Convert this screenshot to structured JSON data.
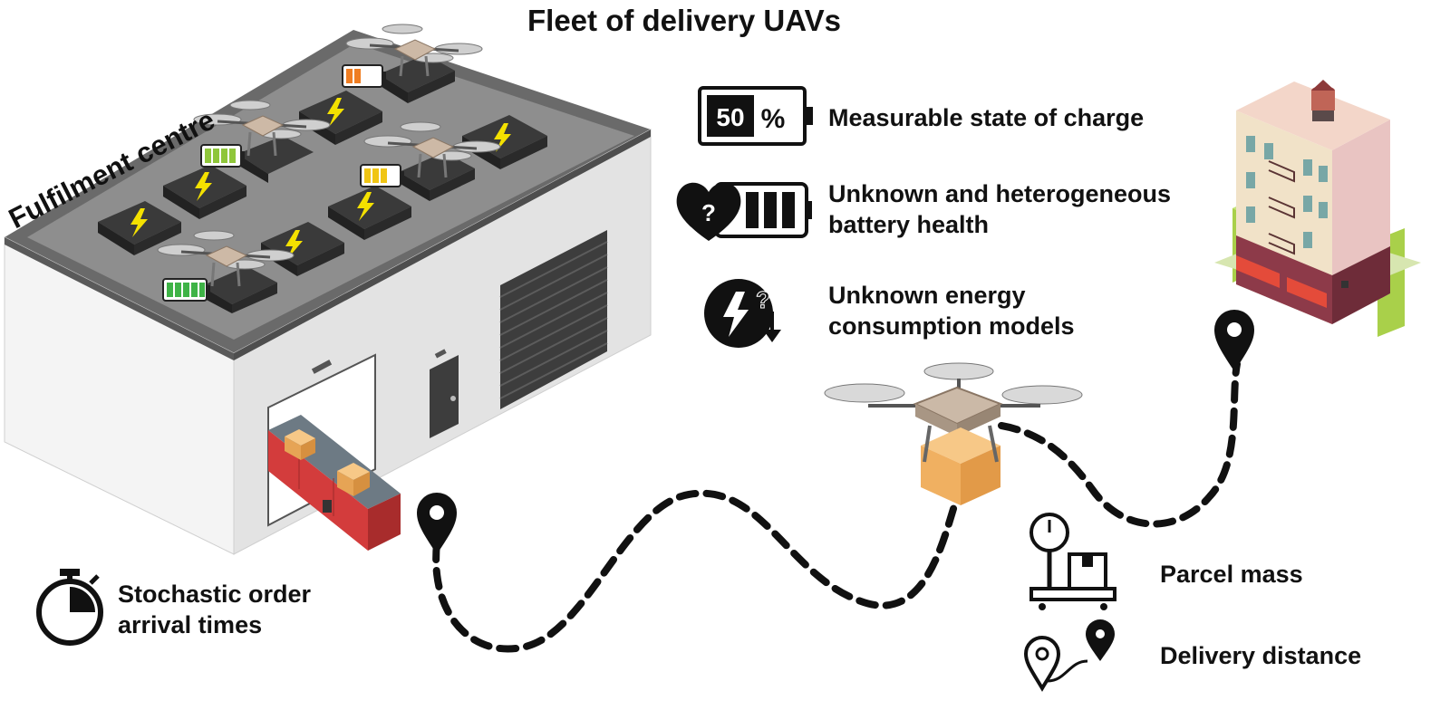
{
  "title": "Fleet of delivery UAVs",
  "facility_label": "Fulfilment centre",
  "legend": {
    "soc_percent_text": "50",
    "soc_percent_sign": "%",
    "soc_label": "Measurable state of charge",
    "health_label_line1": "Unknown and heterogeneous",
    "health_label_line2": "battery health",
    "health_glyph": "?",
    "energy_label_line1": "Unknown energy",
    "energy_label_line2": "consumption models",
    "energy_glyph": "?"
  },
  "stochastic_label_line1": "Stochastic order",
  "stochastic_label_line2": "arrival times",
  "parcel_mass_label": "Parcel mass",
  "delivery_distance_label": "Delivery distance",
  "colors": {
    "roof": "#8d8d8d",
    "roof_edge": "#606060",
    "wall_front": "#f3f3f3",
    "wall_side": "#e1e1e1",
    "pad": "#3b3b3b",
    "bolt": "#f4e100",
    "conveyor_red": "#d63a3a",
    "parcel": "#f2b468",
    "building_wall": "#ecc7c7",
    "awning": "#e44b3a",
    "green_block": "#a9d04a"
  },
  "drone_batteries": [
    {
      "level": "low",
      "color": "#ef7d22"
    },
    {
      "level": "mid",
      "color": "#f0c514"
    },
    {
      "level": "high",
      "color": "#8fc63a"
    },
    {
      "level": "full",
      "color": "#3eb346"
    }
  ],
  "icons": [
    "battery-icon",
    "heart-battery-icon",
    "energy-question-icon",
    "stopwatch-icon",
    "scale-icon",
    "route-pin-icon",
    "location-pin-icon"
  ]
}
